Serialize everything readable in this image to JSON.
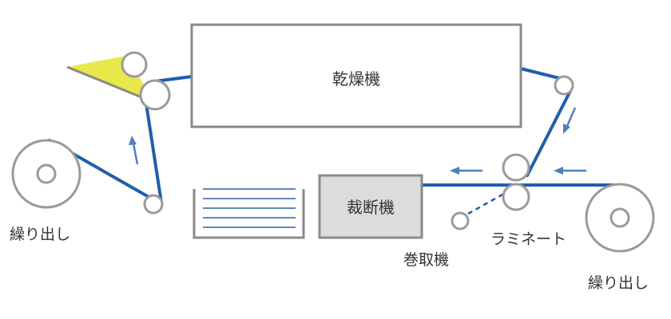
{
  "labels": {
    "dryer": "乾燥機",
    "cutter": "裁断機",
    "unwind_left": "繰り出し",
    "unwind_right": "繰り出し",
    "winder": "巻取機",
    "laminate": "ラミネート"
  },
  "colors": {
    "web": "#1f5fad",
    "arrow": "#4f7fc0",
    "roller_stroke": "#9a9a9a",
    "box_stroke": "#8a8a8a",
    "cutter_fill": "#dcdcdc",
    "coating_fill": "#e8e84a",
    "stack_lines": "#2f5ea8"
  }
}
